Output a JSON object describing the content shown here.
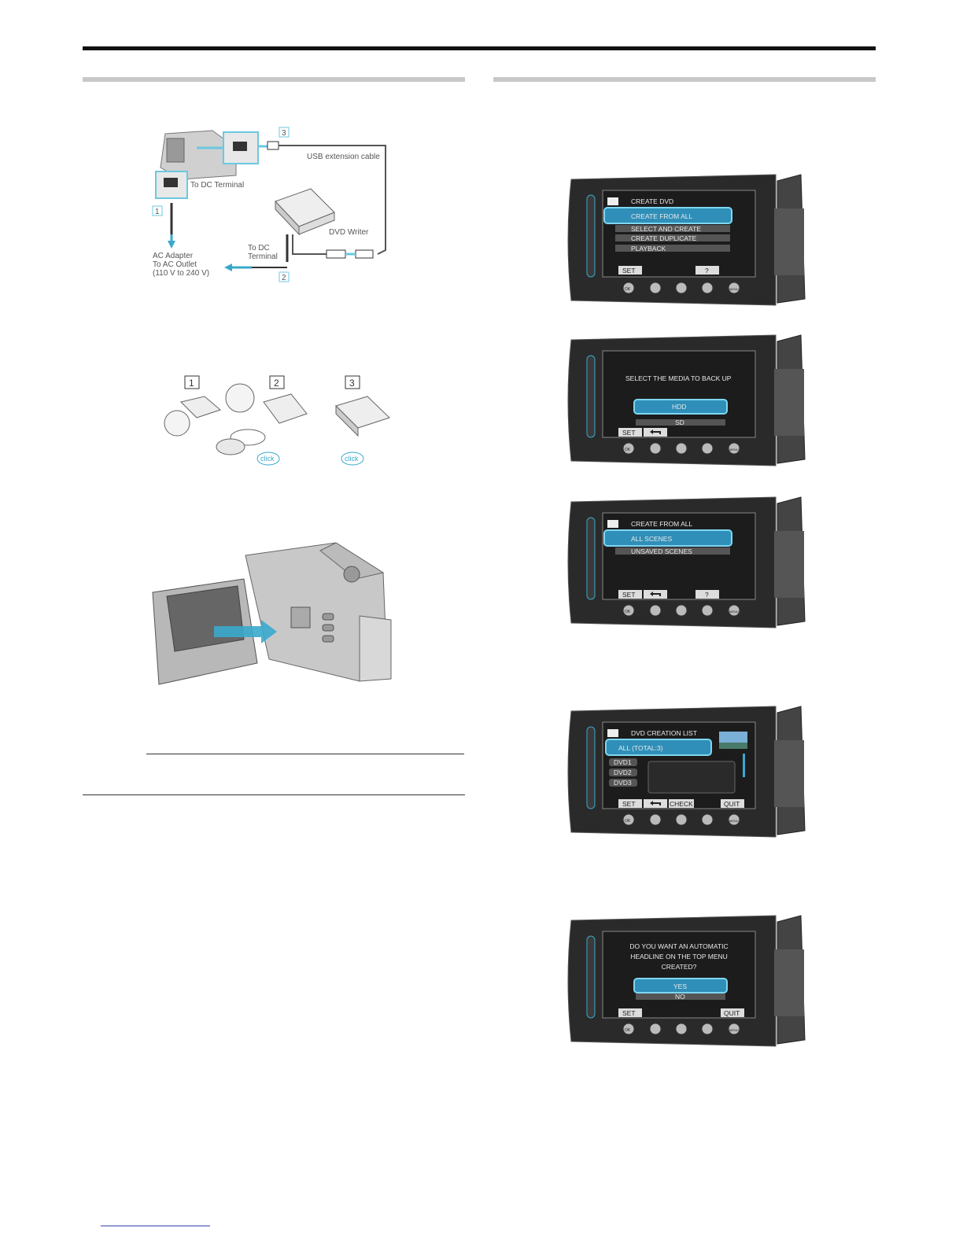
{
  "connection_diagram": {
    "markers": [
      "1",
      "2",
      "3"
    ],
    "usb_cable_label": "USB extension cable",
    "dc_terminal_label": "To DC Terminal",
    "ac_adapter_lines": [
      "AC Adapter",
      "To AC Outlet",
      "(110 V to 240 V)"
    ],
    "dvd_writer_dc_lines": [
      "To DC",
      "Terminal"
    ],
    "dvd_writer_label": "DVD Writer"
  },
  "disc_diagram": {
    "steps": [
      "1",
      "2",
      "3"
    ],
    "click_label": "click"
  },
  "screens": {
    "s1": {
      "header": "CREATE DVD",
      "items": [
        "CREATE FROM ALL",
        "SELECT AND CREATE",
        "CREATE DUPLICATE",
        "PLAYBACK"
      ],
      "buttons": [
        "SET",
        "?"
      ]
    },
    "s2": {
      "prompt": "SELECT THE MEDIA TO BACK UP",
      "options": [
        "HDD",
        "SD"
      ],
      "buttons": [
        "SET"
      ]
    },
    "s3": {
      "header": "CREATE FROM ALL",
      "items": [
        "ALL SCENES",
        "UNSAVED SCENES"
      ],
      "buttons": [
        "SET",
        "?"
      ]
    },
    "s4": {
      "header": "DVD CREATION LIST",
      "all_row": "ALL    (TOTAL:3)",
      "discs": [
        "DVD1",
        "DVD2",
        "DVD3"
      ],
      "buttons": [
        "SET",
        "CHECK",
        "QUIT"
      ]
    },
    "s5": {
      "prompt_lines": [
        "DO YOU WANT AN AUTOMATIC",
        "HEADLINE ON THE TOP MENU",
        "CREATED?"
      ],
      "options": [
        "YES",
        "NO"
      ],
      "buttons": [
        "SET",
        "QUIT"
      ]
    },
    "ok_label": "OK",
    "menu_label": "MENU"
  }
}
